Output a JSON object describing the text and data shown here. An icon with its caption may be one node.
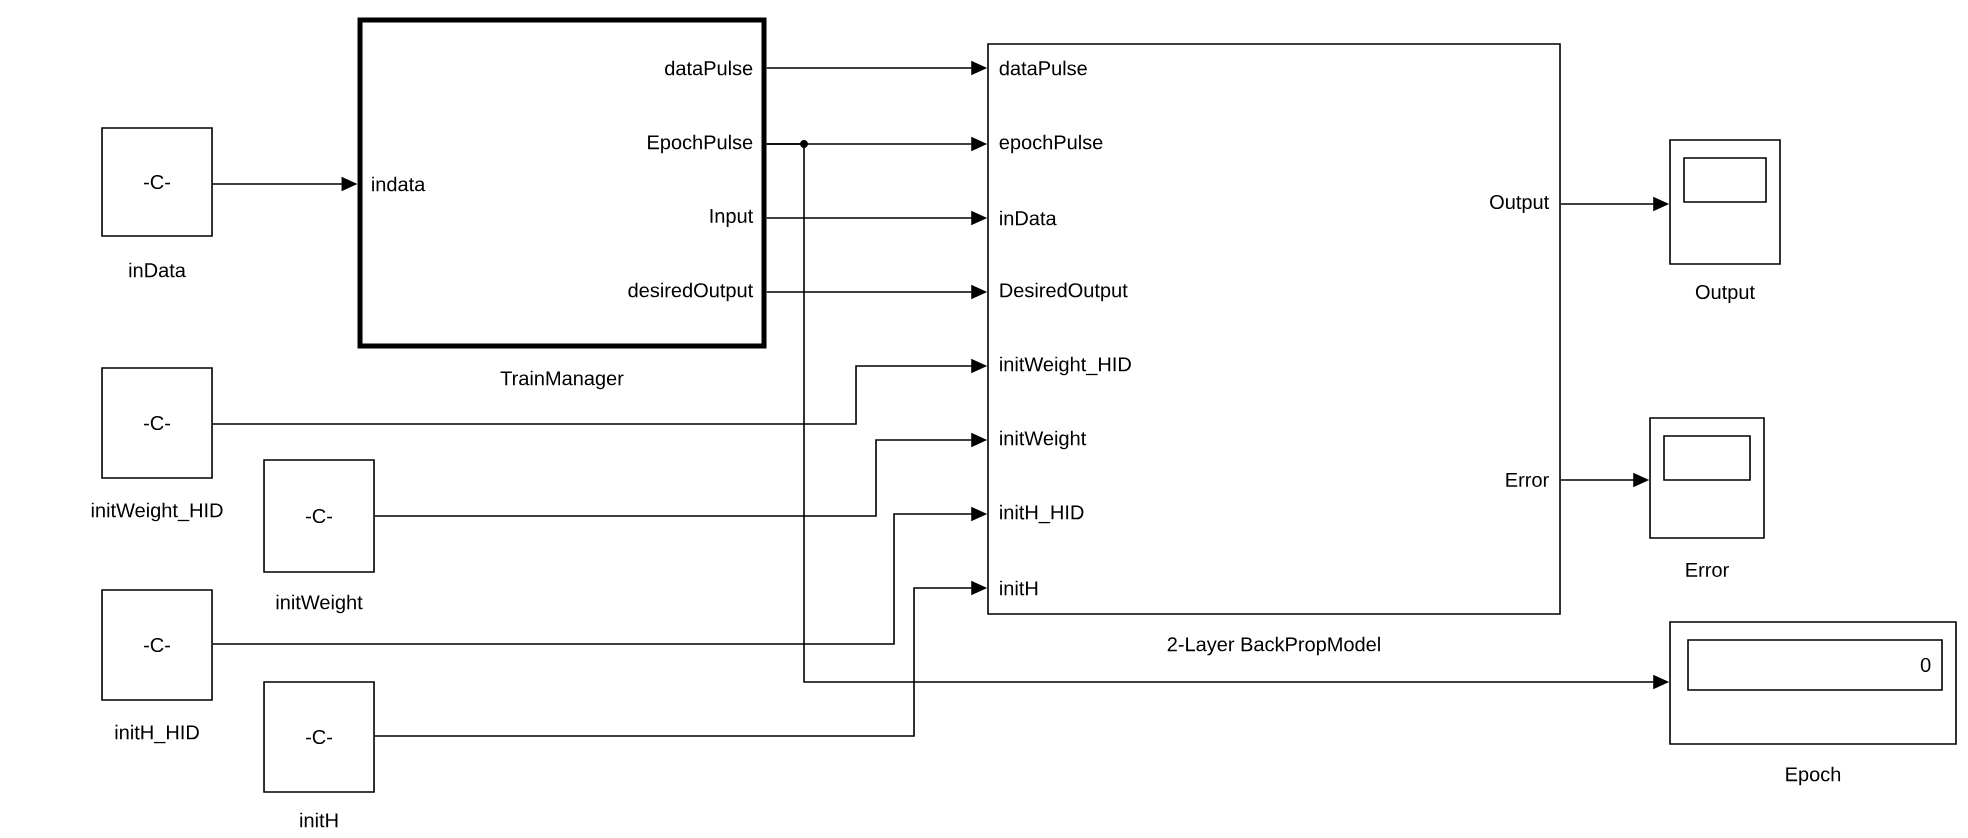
{
  "diagram": {
    "nodes": [
      {
        "text": [
          "-C-"
        ],
        "beside": [
          "inData"
        ]
      },
      {
        "text": [
          "indata",
          "dataPulse",
          "EpochPulse",
          "Input",
          "desiredOutput"
        ],
        "beside": [
          "TrainManager"
        ]
      },
      {
        "text": [
          "dataPulse",
          "epochPulse",
          "inData",
          "DesiredOutput",
          "initWeight_HID",
          "initWeight",
          "initH_HID",
          "initH",
          "Output",
          "Error"
        ],
        "beside": [
          "2-Layer BackPropModel"
        ]
      },
      {
        "text": [
          "-C-"
        ],
        "beside": [
          "initWeight_HID"
        ]
      },
      {
        "text": [
          "-C-"
        ],
        "beside": [
          "initWeight"
        ]
      },
      {
        "text": [
          "-C-"
        ],
        "beside": [
          "initH_HID"
        ]
      },
      {
        "text": [
          "-C-"
        ],
        "beside": [
          "initH"
        ]
      },
      {
        "text": [],
        "shape": "box",
        "beside": [
          "Output"
        ]
      },
      {
        "text": [],
        "shape": "box",
        "beside": [
          "Error"
        ]
      },
      {
        "text": [
          "0"
        ],
        "beside": [
          "Epoch"
        ]
      }
    ],
    "edges": [
      {
        "from": 0,
        "to": 1,
        "arrow": "to"
      },
      {
        "from": 1,
        "to": 2,
        "arrow": "to"
      },
      {
        "from": 1,
        "to": 2,
        "arrow": "to"
      },
      {
        "from": 1,
        "to": 2,
        "arrow": "to"
      },
      {
        "from": 1,
        "to": 2,
        "arrow": "to"
      },
      {
        "from": 3,
        "to": 2,
        "arrow": "to"
      },
      {
        "from": 4,
        "to": 2,
        "arrow": "to"
      },
      {
        "from": 5,
        "to": 2,
        "arrow": "to"
      },
      {
        "from": 6,
        "to": 2,
        "arrow": "to"
      },
      {
        "from": 2,
        "to": 7,
        "arrow": "to"
      },
      {
        "from": 2,
        "to": 8,
        "arrow": "to"
      },
      {
        "from": 1,
        "to": 9,
        "arrow": "to"
      }
    ]
  }
}
